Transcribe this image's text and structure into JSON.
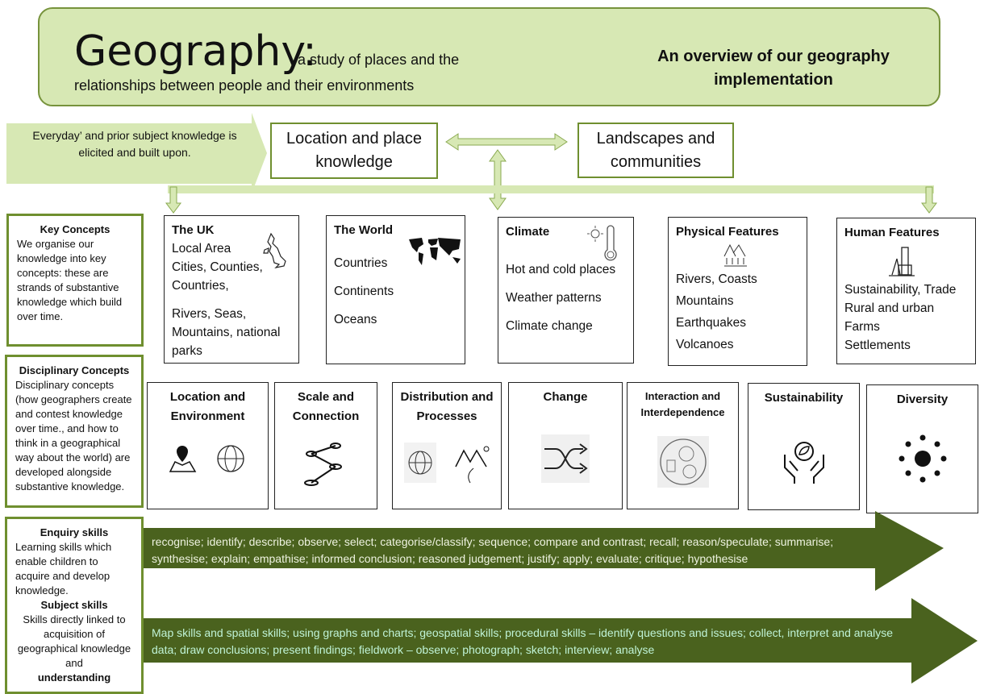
{
  "header": {
    "title": "Geography:",
    "subtitle_line1": "a study of places and the",
    "subtitle_line2": "relationships between  people and their environments",
    "overview": "An overview of our geography implementation"
  },
  "prior_knowledge": "Everyday’ and prior subject knowledge is elicited and built upon.",
  "strands": {
    "location": "Location and place knowledge",
    "landscapes": "Landscapes and communities"
  },
  "side_panels": {
    "key_concepts": {
      "title": "Key Concepts",
      "text": "We organise our knowledge into key concepts: these are strands of substantive knowledge which build over time."
    },
    "disciplinary": {
      "title": "Disciplinary Concepts",
      "text": "Disciplinary concepts (how geographers create and contest knowledge over time., and how to think in a geographical way about the world)  are developed alongside substantive knowledge."
    },
    "enquiry": {
      "title": "Enquiry skills",
      "text": "Learning skills which enable children to acquire and develop knowledge."
    },
    "subject": {
      "title": "Subject skills",
      "text": "Skills directly linked to acquisition of geographical knowledge and",
      "bold_end": "understanding"
    }
  },
  "key_concepts": [
    {
      "title": "The UK",
      "items": [
        "Local Area",
        "Cities, Counties,",
        "Countries,",
        "",
        "Rivers, Seas,",
        "Mountains, national",
        "parks"
      ],
      "icon": "uk-map-icon"
    },
    {
      "title": "The World",
      "items": [
        "Countries",
        "Continents",
        "Oceans"
      ],
      "icon": "world-map-icon"
    },
    {
      "title": "Climate",
      "items": [
        "Hot and cold places",
        "Weather patterns",
        "Climate change"
      ],
      "icon": "thermometer-icon"
    },
    {
      "title": "Physical Features",
      "items": [
        "Rivers, Coasts",
        "Mountains",
        "Earthquakes",
        "Volcanoes"
      ],
      "icon": "mountains-icon"
    },
    {
      "title": "Human Features",
      "items": [
        "Sustainability, Trade",
        "Rural and urban",
        "Farms",
        "Settlements"
      ],
      "icon": "buildings-icon"
    }
  ],
  "disciplinary_concepts": [
    {
      "title": "Location and Environment"
    },
    {
      "title": "Scale and Connection"
    },
    {
      "title": "Distribution and Processes"
    },
    {
      "title": "Change"
    },
    {
      "title": "Interaction and Interdependence"
    },
    {
      "title": "Sustainability"
    },
    {
      "title": "Diversity"
    }
  ],
  "enquiry_skills": "recognise; identify; describe; observe; select; categorise/classify; sequence; compare and contrast; recall; reason/speculate; summarise; synthesise; explain; empathise; informed conclusion; reasoned judgement; justify; apply; evaluate; critique; hypothesise",
  "subject_skills": "Map skills and spatial skills;  using graphs and charts; geospatial skills; procedural skills – identify questions and issues; collect, interpret and analyse data; draw conclusions; present findings; fieldwork – observe; photograph; sketch; interview; analyse",
  "colors": {
    "light_green": "#d7e8b4",
    "border_green": "#77933c",
    "dark_green": "#4a621e"
  }
}
